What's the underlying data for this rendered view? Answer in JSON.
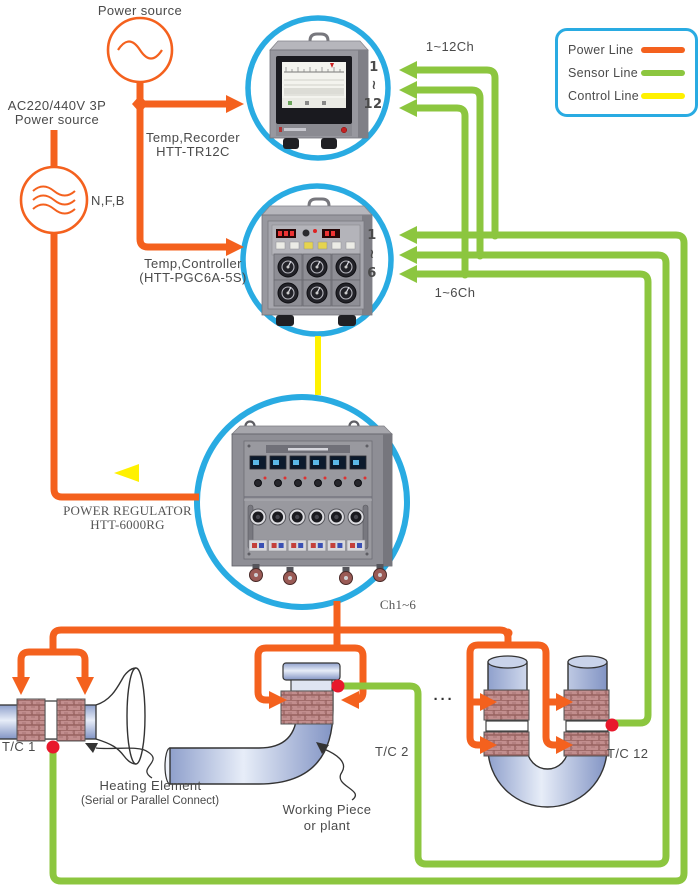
{
  "colors": {
    "power_line": "#F4611E",
    "sensor_line": "#8CC63F",
    "control_line": "#FFF100",
    "highlight_circle": "#29ABE2",
    "tc_dot": "#E8192C",
    "text": "#4A4A4A"
  },
  "top": {
    "power_source_label": "Power source",
    "ac_line1": "AC220/440V 3P",
    "ac_line2": "Power source",
    "nfb_label": "N,F,B",
    "recorder": {
      "label_line1": "Temp,Recorder",
      "label_line2": "HTT-TR12C",
      "ch_top": "1",
      "ch_mid": "≀",
      "ch_bottom": "12",
      "range_label": "1~12Ch"
    },
    "controller": {
      "label_line1": "Temp,Controller",
      "label_line2": "(HTT-PGC6A-5S)",
      "ch_top": "1",
      "ch_mid": "≀",
      "ch_bottom": "6",
      "range_label": "1~6Ch"
    }
  },
  "legend": {
    "items": [
      {
        "label": "Power Line",
        "color": "#F4611E"
      },
      {
        "label": "Sensor Line",
        "color": "#8CC63F"
      },
      {
        "label": "Control Line",
        "color": "#FFF100"
      }
    ]
  },
  "regulator": {
    "label_line1": "POWER REGULATOR",
    "label_line2": "HTT-6000RG",
    "channels_label": "Ch1~6"
  },
  "bottom": {
    "tc1_label": "T/C 1",
    "tc2_label": "T/C 2",
    "tc12_label": "T/C 12",
    "ellipsis": "···",
    "heating_line1": "Heating Element",
    "heating_line2": "(Serial or Parallel Connect)",
    "working_line1": "Working Piece",
    "working_line2": "or plant"
  }
}
